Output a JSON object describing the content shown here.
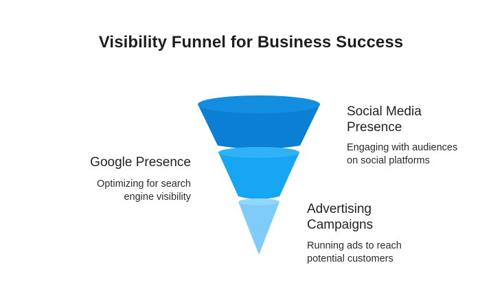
{
  "title": "Visibility Funnel for Business Success",
  "stages": [
    {
      "title_line1": "Social Media",
      "title_line2": "Presence",
      "desc_line1": "Engaging with audiences",
      "desc_line2": "on social platforms",
      "color": "#0a7fd4"
    },
    {
      "title_line1": "Google Presence",
      "desc_line1": "Optimizing for search",
      "desc_line2": "engine visibility",
      "color": "#16a6f2"
    },
    {
      "title_line1": "Advertising",
      "title_line2": "Campaigns",
      "desc_line1": "Running ads to reach",
      "desc_line2": "potential customers",
      "color": "#7fcbfa"
    }
  ]
}
